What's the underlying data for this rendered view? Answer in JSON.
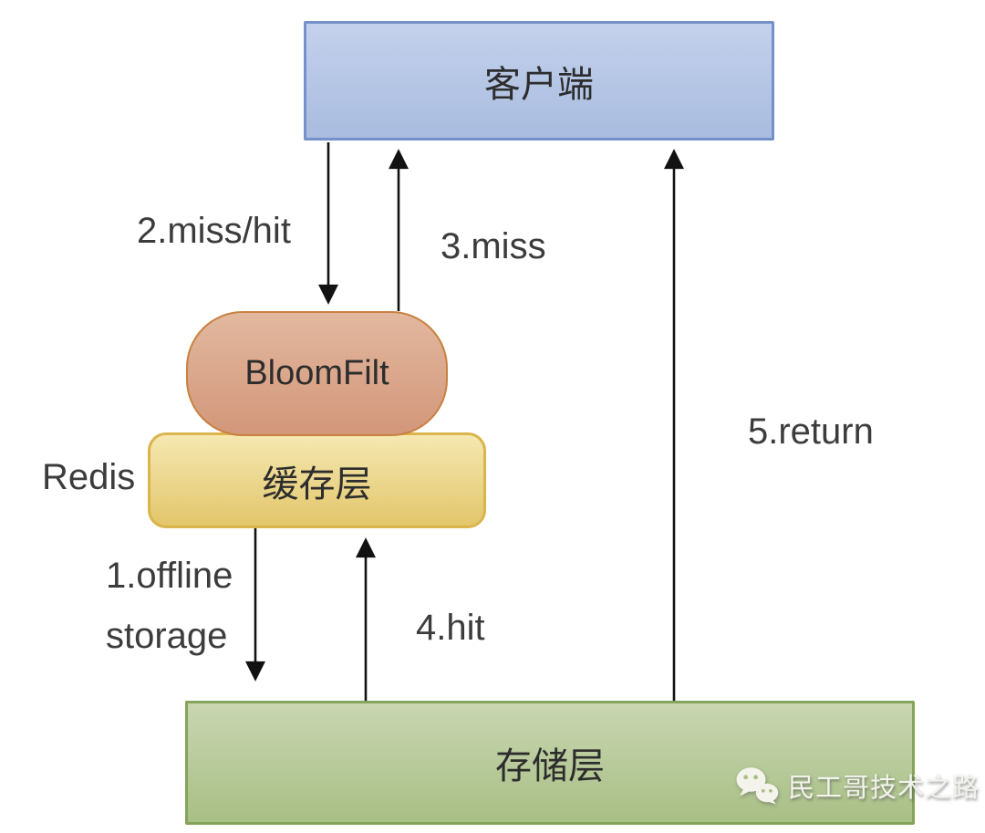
{
  "diagram": {
    "title": "cache penetration bloom filter flow",
    "nodes": {
      "client": {
        "label": "客户端"
      },
      "bloom_filter": {
        "label": "BloomFilt"
      },
      "cache": {
        "label": "缓存层",
        "side_label": "Redis"
      },
      "storage": {
        "label": "存储层"
      }
    },
    "edges": [
      {
        "id": "offline-storage",
        "label": "1.offline storage",
        "label_lines": [
          "1.offline",
          "storage"
        ],
        "from": "cache",
        "to": "storage",
        "direction": "down"
      },
      {
        "id": "miss-hit",
        "label": "2.miss/hit",
        "from": "client",
        "to": "bloom_filter",
        "direction": "down"
      },
      {
        "id": "miss",
        "label": "3.miss",
        "from": "bloom_filter",
        "to": "client",
        "direction": "up"
      },
      {
        "id": "hit",
        "label": "4.hit",
        "from": "storage",
        "to": "cache",
        "direction": "up"
      },
      {
        "id": "return",
        "label": "5.return",
        "from": "storage",
        "to": "client",
        "direction": "up"
      }
    ],
    "watermark": {
      "icon": "wechat-icon",
      "text": "民工哥技术之路"
    }
  },
  "colors": {
    "client_fill_top": "#c3d1ec",
    "client_fill_bottom": "#a9bcdf",
    "client_border": "#7591cb",
    "bloom_fill_top": "#e2b89f",
    "bloom_fill_bottom": "#d3977a",
    "bloom_border": "#c9813f",
    "cache_fill_top": "#f5e8b1",
    "cache_fill_bottom": "#e2c66b",
    "cache_border": "#d9b54b",
    "storage_fill_top": "#c9d6b1",
    "storage_fill_bottom": "#a8bf85",
    "storage_border": "#84a45a",
    "arrow_color": "#121212",
    "label_color": "#3c3c3c",
    "node_text": "#2d2d2d",
    "watermark_color": "#f3f3ee"
  }
}
